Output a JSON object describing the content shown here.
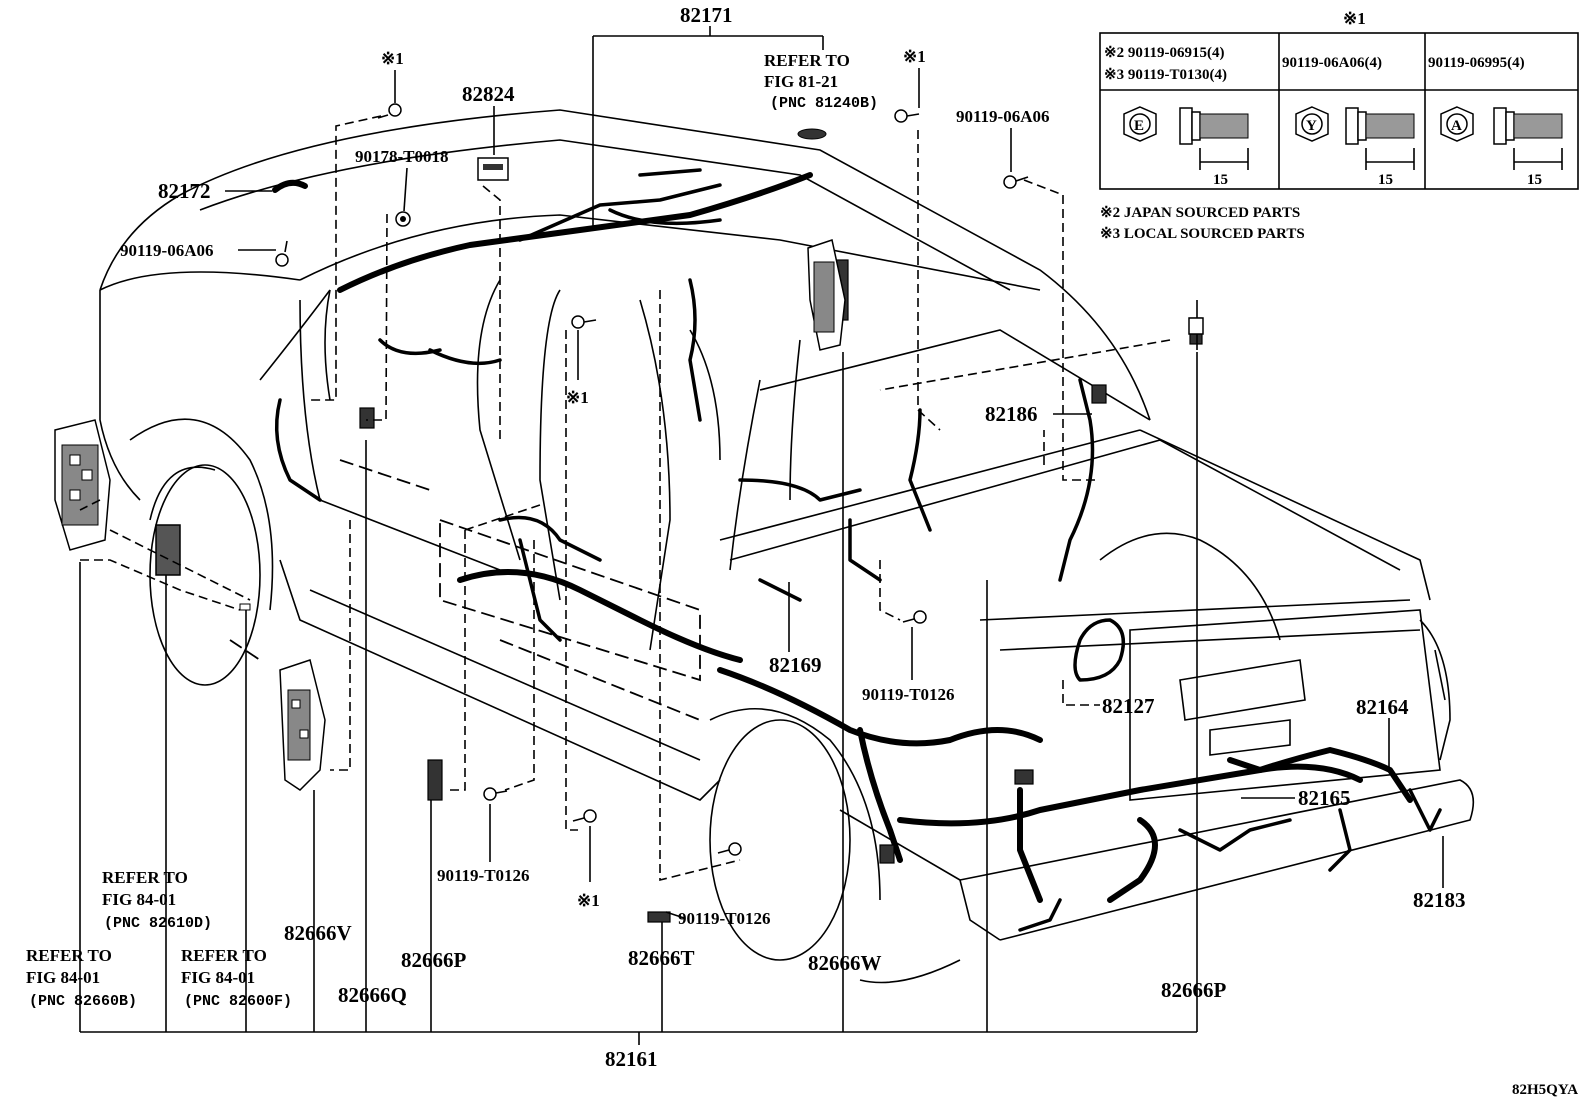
{
  "diagram_code": "82H5QYA",
  "callouts": {
    "p82171": "82171",
    "p82824": "82824",
    "p82172": "82172",
    "p90178": "90178-T0018",
    "p90119_a06_left": "90119-06A06",
    "p90119_a06_right": "90119-06A06",
    "p82186": "82186",
    "p82169": "82169",
    "p90119_t0126_mid": "90119-T0126",
    "p82127": "82127",
    "p82164": "82164",
    "p82165": "82165",
    "p82183": "82183",
    "p90119_t0126_left": "90119-T0126",
    "p90119_t0126_bottom": "90119-T0126",
    "p82666V": "82666V",
    "p82666P_left": "82666P",
    "p82666Q": "82666Q",
    "p82666T": "82666T",
    "p82666W": "82666W",
    "p82666P_right": "82666P",
    "p82161": "82161"
  },
  "note_marks": {
    "mark_top_left": "※1",
    "mark_top_mid": "※1",
    "mark_mid": "※1",
    "mark_bottom": "※1",
    "mark_table": "※1"
  },
  "refer_notes": {
    "fig81": {
      "line1": "REFER TO",
      "line2": "FIG 81-21",
      "line3": "(PNC 81240B)"
    },
    "fig84_d": {
      "line1": "REFER TO",
      "line2": "FIG 84-01",
      "line3": "(PNC 82610D)"
    },
    "fig84_b": {
      "line1": "REFER TO",
      "line2": "FIG 84-01",
      "line3": "(PNC 82660B)"
    },
    "fig84_f": {
      "line1": "REFER TO",
      "line2": "FIG 84-01",
      "line3": "(PNC 82600F)"
    }
  },
  "bolt_table": {
    "col1_row1": "※2 90119-06915(4)",
    "col1_row2": "※3 90119-T0130(4)",
    "col2": "90119-06A06(4)",
    "col3": "90119-06995(4)",
    "head1": "E",
    "head2": "Y",
    "head3": "A",
    "dim1": "15",
    "dim2": "15",
    "dim3": "15"
  },
  "footnotes": {
    "note2": "※2 JAPAN SOURCED PARTS",
    "note3": "※3 LOCAL SOURCED PARTS"
  }
}
